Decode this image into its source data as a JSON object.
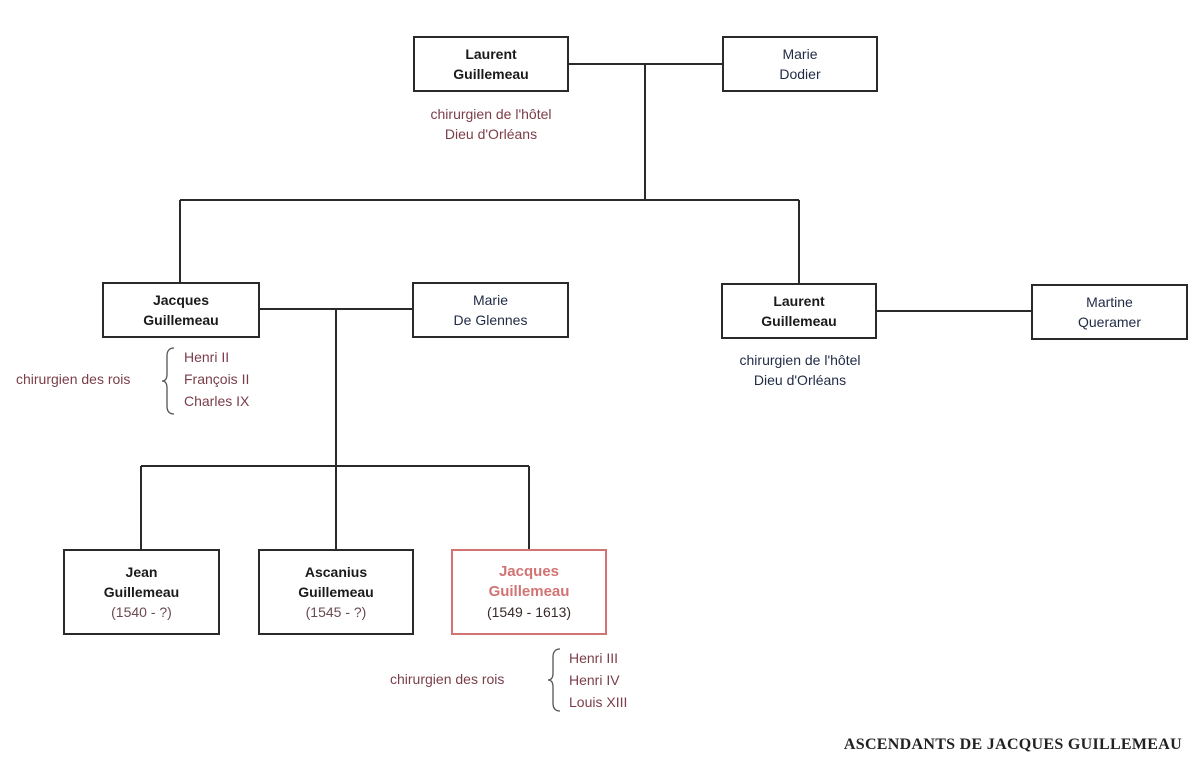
{
  "title": "ASCENDANTS DE JACQUES GUILLEMEAU",
  "people": {
    "laurent_sr": {
      "line1": "Laurent",
      "line2": "Guillemeau",
      "note1": "chirurgien de l'hôtel",
      "note2": "Dieu d'Orléans"
    },
    "marie_dodier": {
      "line1": "Marie",
      "line2": "Dodier"
    },
    "jacques_sr": {
      "line1": "Jacques",
      "line2": "Guillemeau",
      "note_label": "chirurgien des rois",
      "kings": [
        "Henri II",
        "François II",
        "Charles IX"
      ]
    },
    "marie_glennes": {
      "line1": "Marie",
      "line2": "De Glennes"
    },
    "laurent_jr": {
      "line1": "Laurent",
      "line2": "Guillemeau",
      "note1": "chirurgien de l'hôtel",
      "note2": "Dieu d'Orléans"
    },
    "martine": {
      "line1": "Martine",
      "line2": "Queramer"
    },
    "jean": {
      "line1": "Jean",
      "line2": "Guillemeau",
      "dates": "(1540 - ?)"
    },
    "ascanius": {
      "line1": "Ascanius",
      "line2": "Guillemeau",
      "dates": "(1545 - ?)"
    },
    "jacques_jr": {
      "line1": "Jacques",
      "line2": "Guillemeau",
      "dates": "(1549 - 1613)",
      "note_label": "chirurgien des rois",
      "kings": [
        "Henri III",
        "Henri IV",
        "Louis XIII"
      ]
    }
  },
  "colors": {
    "line": "#2a2a2a",
    "highlight": "#d27474",
    "note": "#7a3e4a"
  }
}
